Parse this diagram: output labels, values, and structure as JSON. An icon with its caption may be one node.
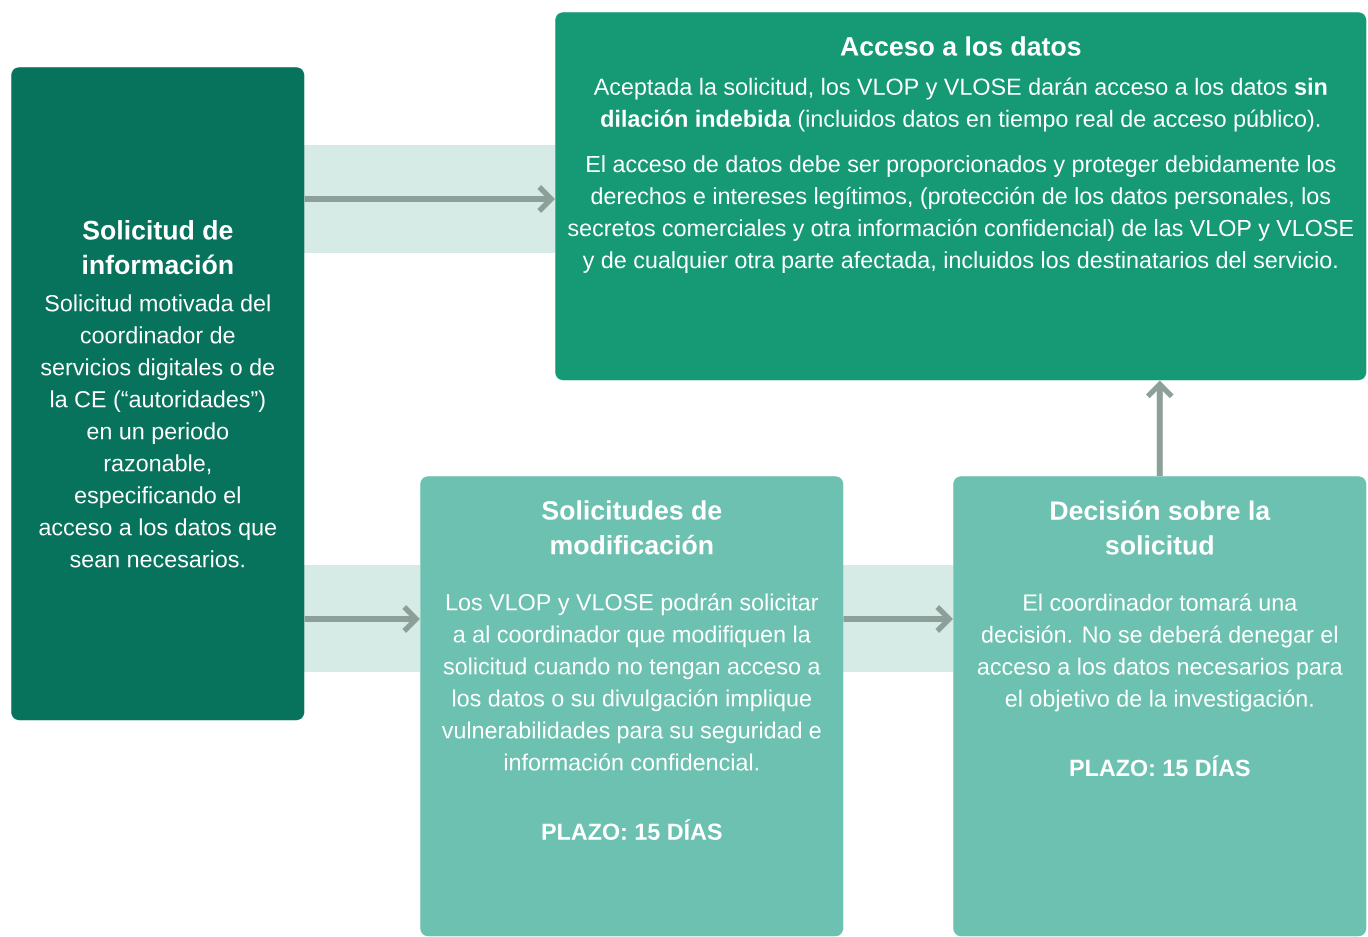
{
  "diagram": {
    "nodes": [
      {
        "text": [
          "Solicitud de información",
          "Solicitud motivada del coordinador de servicios digitales o de la CE (“autoridades”) en un periodo razonable, especificando el acceso a los datos que sean necesarios."
        ]
      },
      {
        "text": [
          "Acceso a los datos",
          "Aceptada la solicitud, los VLOP y VLOSE darán acceso a los datos **sin dilación indebida** (incluidos datos en tiempo real de acceso público).",
          "El acceso de datos debe ser proporcionados y proteger debidamente los derechos e intereses legítimos, (protección de los datos personales, los secretos comerciales y otra información confidencial) de las VLOP y VLOSE y de cualquier otra parte afectada, incluidos los destinatarios del servicio."
        ]
      },
      {
        "text": [
          "Solicitudes de modificación",
          "Los VLOP y VLOSE podrán solicitar a al coordinador que modifiquen la solicitud cuando no tengan acceso a los datos o su divulgación implique vulnerabilidades para su seguridad e información confidencial.",
          "PLAZO: 15 DÍAS"
        ]
      },
      {
        "text": [
          "Decisión sobre la solicitud",
          "El coordinador tomará una decisión. No se deberá denegar el acceso a los datos necesarios para el objetivo de la investigación.",
          "PLAZO: 15 DÍAS"
        ]
      }
    ],
    "edges": [
      {
        "from": 0,
        "to": 1,
        "arrow": "to"
      },
      {
        "from": 0,
        "to": 2,
        "arrow": "to"
      },
      {
        "from": 2,
        "to": 3,
        "arrow": "to"
      },
      {
        "from": 3,
        "to": 1,
        "arrow": "to"
      }
    ]
  }
}
